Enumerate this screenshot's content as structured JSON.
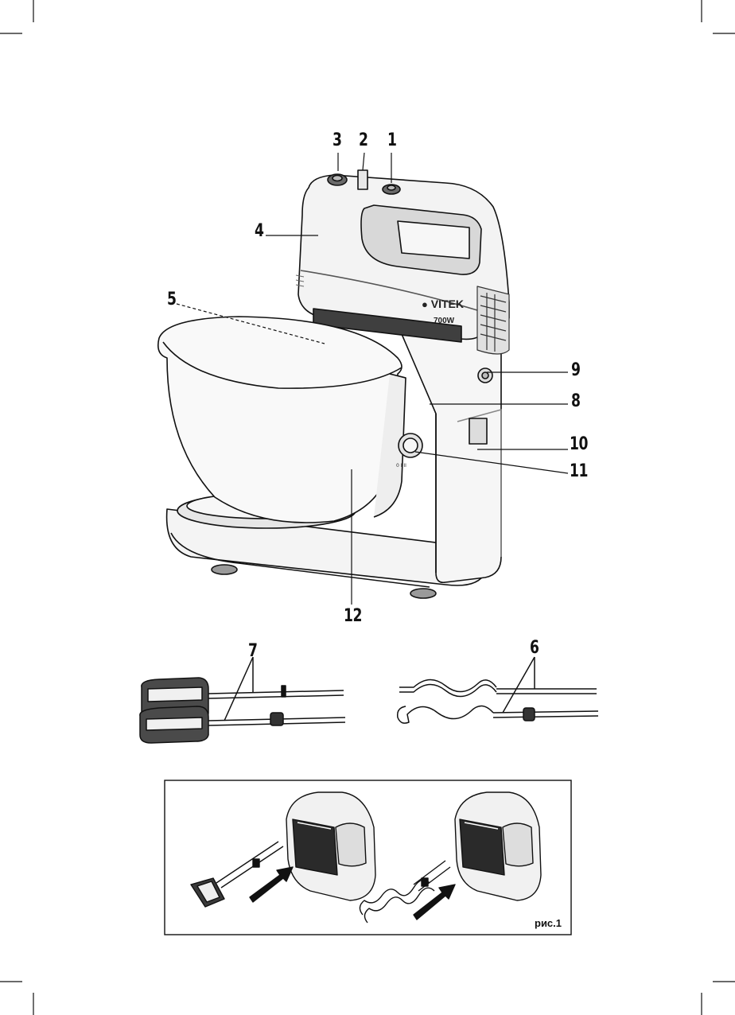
{
  "product": {
    "brand": "VITEK",
    "model": "700W"
  },
  "callouts": {
    "c1": "1",
    "c2": "2",
    "c3": "3",
    "c4": "4",
    "c5": "5",
    "c6": "6",
    "c7": "7",
    "c8": "8",
    "c9": "9",
    "c10": "10",
    "c11": "11",
    "c12": "12"
  },
  "knob_scale": "0 I II",
  "figure": {
    "caption": "рис.1"
  },
  "colors": {
    "ink": "#111111",
    "body_fill": "#f7f7f7",
    "body_shade": "#dcdcdc",
    "dark_part": "#4a4a4a"
  }
}
